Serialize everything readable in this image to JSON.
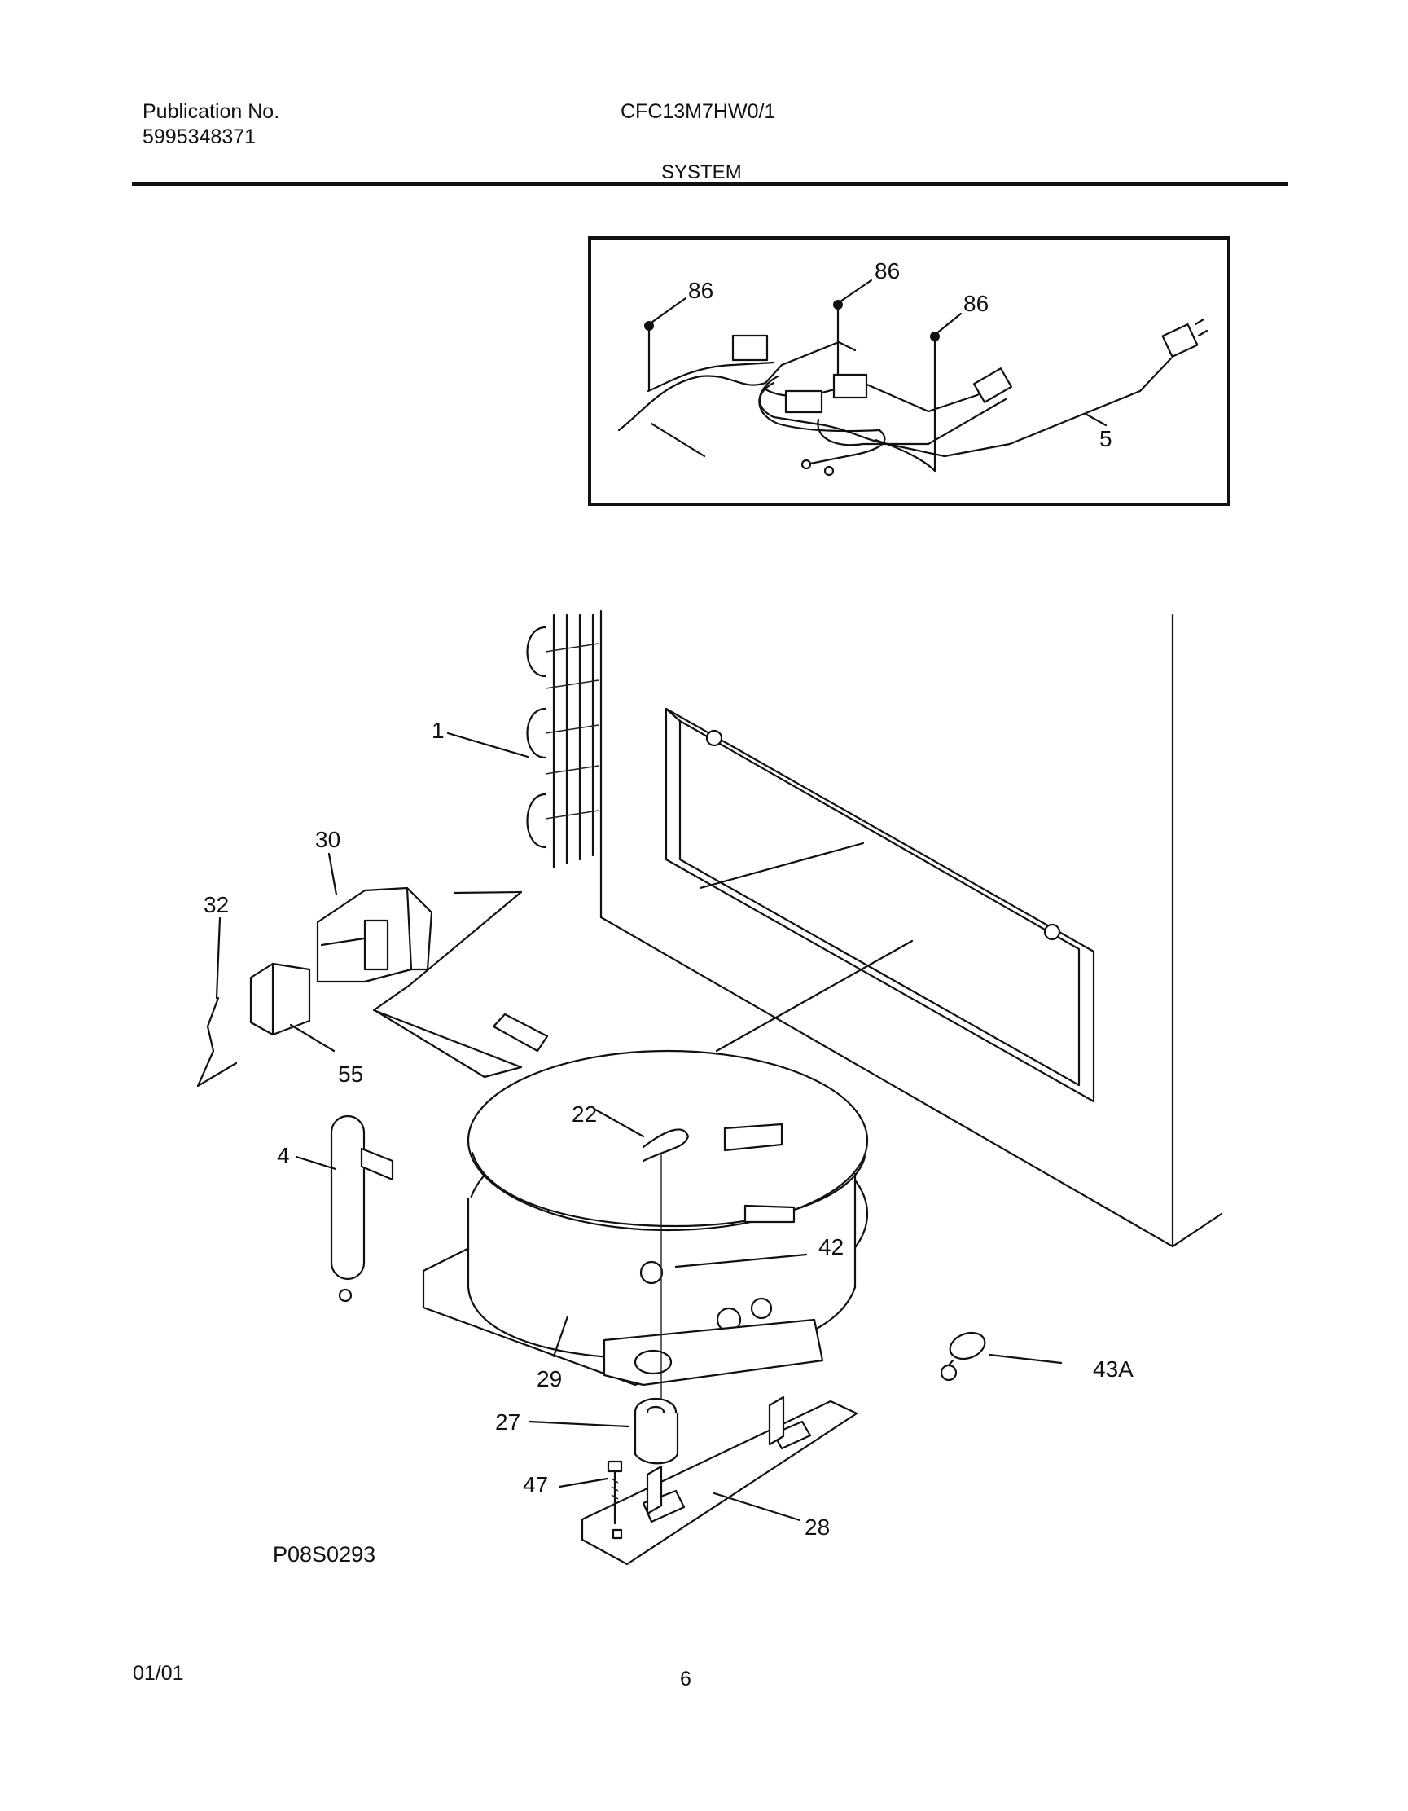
{
  "header": {
    "publication_label": "Publication No.",
    "publication_number": "5995348371",
    "model": "CFC13M7HW0/1",
    "section": "SYSTEM"
  },
  "diagram_code": "P08S0293",
  "footer": {
    "date": "01/01",
    "page": "6"
  },
  "inset_callouts": [
    "86",
    "86",
    "86",
    "5"
  ],
  "callouts": [
    "1",
    "30",
    "32",
    "55",
    "4",
    "22",
    "42",
    "43A",
    "29",
    "27",
    "47",
    "28"
  ]
}
